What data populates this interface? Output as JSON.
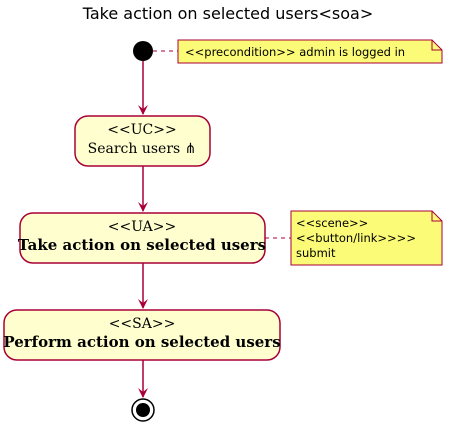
{
  "diagram": {
    "title": "Take action on selected users<soa>",
    "colors": {
      "activity_fill": "#FEFECE",
      "activity_border": "#A80036",
      "arrow": "#A80036",
      "note_fill": "#FBFB77",
      "note_border": "#A80036",
      "node": "#000000"
    },
    "start_note": "<<precondition>> admin is logged in",
    "activities": [
      {
        "stereotype": "<<UC>>",
        "label": "Search users ⋔"
      },
      {
        "stereotype": "<<UA>>",
        "label": "Take action on selected users"
      },
      {
        "stereotype": "<<SA>>",
        "label": "Perform action on selected users"
      }
    ],
    "ua_note": {
      "line1": "<<scene>>",
      "line2": "<<button/link>>>>",
      "line3": "submit"
    }
  }
}
